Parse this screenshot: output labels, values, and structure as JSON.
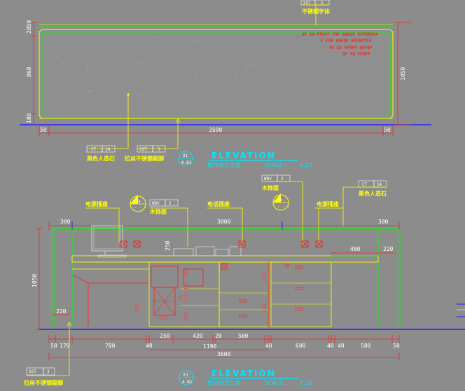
{
  "top_elevation": {
    "tag_sst1": {
      "code": "SST",
      "num": "1"
    },
    "sst1_label": "不锈钢字体",
    "spec_lines": [
      "SF SO FFOFF FOF SUBSF EFFERT54",
      "F FOF GOFOF EFFERTS4",
      "SF SO FFOFF GOFOF",
      "SF SO FFOFF"
    ],
    "left_dims": [
      "2050",
      "860",
      "100"
    ],
    "right_dim": "1050",
    "bottom_dims": [
      "50",
      "3500",
      "50"
    ],
    "tag_ct": {
      "code": "CT",
      "num": "14"
    },
    "ct_label": "黑色人造石",
    "tag_sst3": {
      "code": "SST",
      "num": "3"
    },
    "sst3_label": "拉丝不锈钢踢脚",
    "marker_num": "D1",
    "marker_ref": "A-B1",
    "title": "ELEVATION",
    "subtitle": "接待台正立面",
    "scale": "SCALE :",
    "scale_value": "1:20"
  },
  "bottom_elevation": {
    "tag_wdv_right": {
      "code": "WDV",
      "num": "2"
    },
    "wdv_right_label": "木饰面",
    "tag_ct": {
      "code": "CT",
      "num": "14"
    },
    "ct_label": "黑色人造石",
    "callouts": [
      "电源插座",
      "木饰面",
      "电话插座",
      "电源插座"
    ],
    "tag_wdv_left": {
      "code": "WDV",
      "num": "2"
    },
    "section_left": {
      "top": "a",
      "bottom": "- - -"
    },
    "section_right": {
      "top": "b",
      "bottom": "- - -"
    },
    "top_dims": [
      "300",
      "3000",
      "300"
    ],
    "inner_dims": [
      "250",
      "480",
      "220"
    ],
    "vertical_dims": [
      "240",
      "125",
      "115",
      "25",
      "200",
      "320",
      "330",
      "385",
      "225"
    ],
    "left_dims": [
      "1050",
      "220"
    ],
    "seg_dims": [
      "50",
      "170",
      "780",
      "40",
      "250",
      "420",
      "20",
      "500",
      "40",
      "600",
      "40",
      "40",
      "580",
      "50"
    ],
    "mid_dim": "1190",
    "total_dim": "3600",
    "tag_sst3": {
      "code": "SST",
      "num": "3"
    },
    "sst3_label": "拉丝不锈钢踢脚",
    "marker_num": "E1",
    "marker_ref": "A-B1",
    "title": "ELEVATION",
    "subtitle": "接待台背立面",
    "scale": "SCALE :",
    "scale_value": "1:20"
  }
}
